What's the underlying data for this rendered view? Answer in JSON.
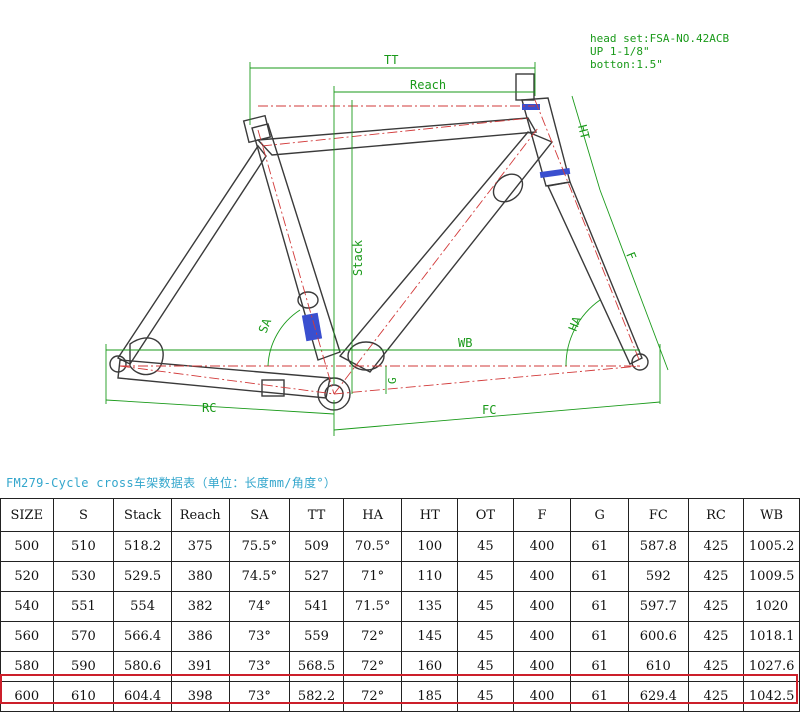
{
  "drawing": {
    "head_notes": [
      "head set:FSA-NO.42ACB",
      "UP 1-1/8\"",
      "botton:1.5\""
    ],
    "dim_labels": {
      "tt": "TT",
      "reach": "Reach",
      "ht": "HT",
      "stack": "Stack",
      "sa": "SA",
      "f": "F",
      "ha": "HA",
      "wb": "WB",
      "g": "G",
      "rc": "RC",
      "fc": "FC"
    },
    "colors": {
      "frame": "#3a3a3a",
      "dimension": "#1a9a1a",
      "centerline": "#d23a3a",
      "headset": "#3a4fcf"
    }
  },
  "table": {
    "caption": "FM279-Cycle cross车架数据表（单位：长度mm/角度°）",
    "headers": [
      "SIZE",
      "S",
      "Stack",
      "Reach",
      "SA",
      "TT",
      "HA",
      "HT",
      "OT",
      "F",
      "G",
      "FC",
      "RC",
      "WB"
    ],
    "rows": [
      [
        "500",
        "510",
        "518.2",
        "375",
        "75.5°",
        "509",
        "70.5°",
        "100",
        "45",
        "400",
        "61",
        "587.8",
        "425",
        "1005.2"
      ],
      [
        "520",
        "530",
        "529.5",
        "380",
        "74.5°",
        "527",
        "71°",
        "110",
        "45",
        "400",
        "61",
        "592",
        "425",
        "1009.5"
      ],
      [
        "540",
        "551",
        "554",
        "382",
        "74°",
        "541",
        "71.5°",
        "135",
        "45",
        "400",
        "61",
        "597.7",
        "425",
        "1020"
      ],
      [
        "560",
        "570",
        "566.4",
        "386",
        "73°",
        "559",
        "72°",
        "145",
        "45",
        "400",
        "61",
        "600.6",
        "425",
        "1018.1"
      ],
      [
        "580",
        "590",
        "580.6",
        "391",
        "73°",
        "568.5",
        "72°",
        "160",
        "45",
        "400",
        "61",
        "610",
        "425",
        "1027.6"
      ],
      [
        "600",
        "610",
        "604.4",
        "398",
        "73°",
        "582.2",
        "72°",
        "185",
        "45",
        "400",
        "61",
        "629.4",
        "425",
        "1042.5"
      ]
    ],
    "highlight_color": "#cc1f2a"
  }
}
